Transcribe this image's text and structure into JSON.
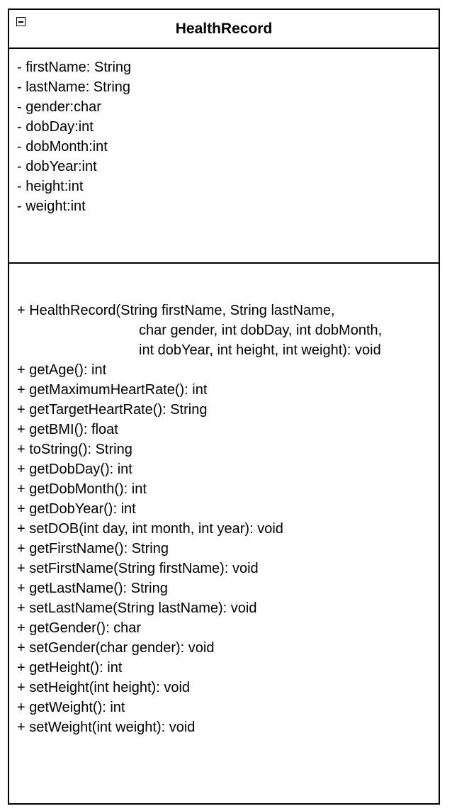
{
  "class_box": {
    "name": "HealthRecord",
    "attributes": [
      "- firstName: String",
      "- lastName: String",
      "- gender:char",
      "- dobDay:int",
      "- dobMonth:int",
      "- dobYear:int",
      "- height:int",
      "- weight:int"
    ],
    "constructor_lines": [
      "+ HealthRecord(String firstName, String lastName,",
      "char gender, int dobDay, int dobMonth,",
      "int dobYear, int height, int weight): void"
    ],
    "methods": [
      "+ getAge(): int",
      "+ getMaximumHeartRate(): int",
      "+ getTargetHeartRate(): String",
      "+ getBMI(): float",
      "+ toString(): String",
      "+ getDobDay(): int",
      "+ getDobMonth(): int",
      "+ getDobYear(): int",
      "+ setDOB(int day, int month, int year): void",
      "+ getFirstName(): String",
      "+ setFirstName(String firstName): void",
      "+ getLastName(): String",
      "+ setLastName(String lastName): void",
      "+ getGender(): char",
      "+ setGender(char gender): void",
      "+ getHeight(): int",
      "+ setHeight(int height): void",
      "+ getWeight(): int",
      "+ setWeight(int weight): void"
    ]
  },
  "icons": {
    "collapse_toggle": "minus-box-icon"
  }
}
